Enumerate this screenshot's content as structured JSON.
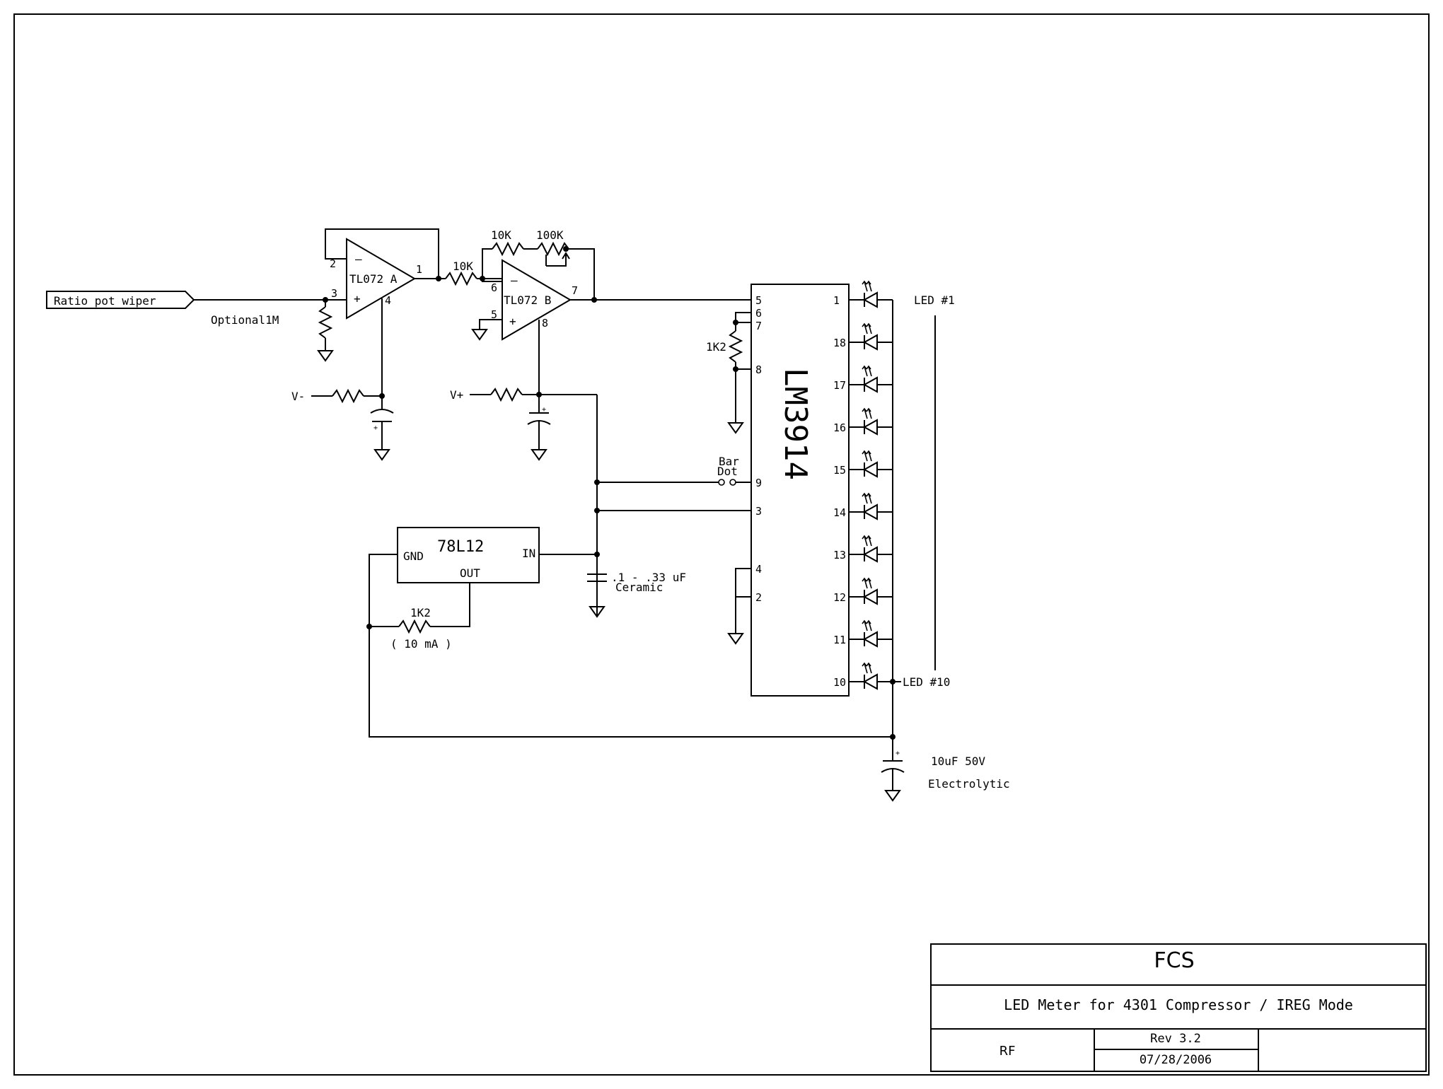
{
  "port_label": "Ratio pot wiper",
  "opamp_a": {
    "name": "TL072 A",
    "pins": {
      "inv": "2",
      "noninv": "3",
      "out": "1",
      "supply": "4"
    },
    "minus": "–",
    "plus": "+"
  },
  "opamp_b": {
    "name": "TL072 B",
    "pins": {
      "inv": "6",
      "noninv": "5",
      "out": "7",
      "supply": "8"
    },
    "minus": "–",
    "plus": "+"
  },
  "resistors": {
    "optional": "Optional1M",
    "in_b": "10K",
    "fb_fixed": "10K",
    "fb_pot": "100K",
    "ref": "1K2",
    "reg": "1K2"
  },
  "supplies": {
    "vminus": "V-",
    "vplus": "V+"
  },
  "lm3914": {
    "name": "LM3914",
    "left_pins": [
      "5",
      "6",
      "7",
      "8",
      "9",
      "3",
      "4",
      "2"
    ],
    "led_pins": [
      "1",
      "18",
      "17",
      "16",
      "15",
      "14",
      "13",
      "12",
      "11",
      "10"
    ]
  },
  "mode_switch": {
    "bar": "Bar",
    "dot": "Dot"
  },
  "regulator": {
    "name": "78L12",
    "gnd": "GND",
    "in": "IN",
    "out": "OUT",
    "current": "( 10 mA )"
  },
  "ceramic_cap": {
    "value": ".1 - .33 uF",
    "type": "Ceramic"
  },
  "led_labels": {
    "first": "LED #1",
    "last": "LED #10"
  },
  "output_cap": {
    "value": "10uF 50V",
    "type": "Electrolytic"
  },
  "title_block": {
    "company": "FCS",
    "title": "LED Meter for 4301 Compressor / IREG Mode",
    "author": "RF",
    "rev": "Rev 3.2",
    "date": "07/28/2006"
  }
}
